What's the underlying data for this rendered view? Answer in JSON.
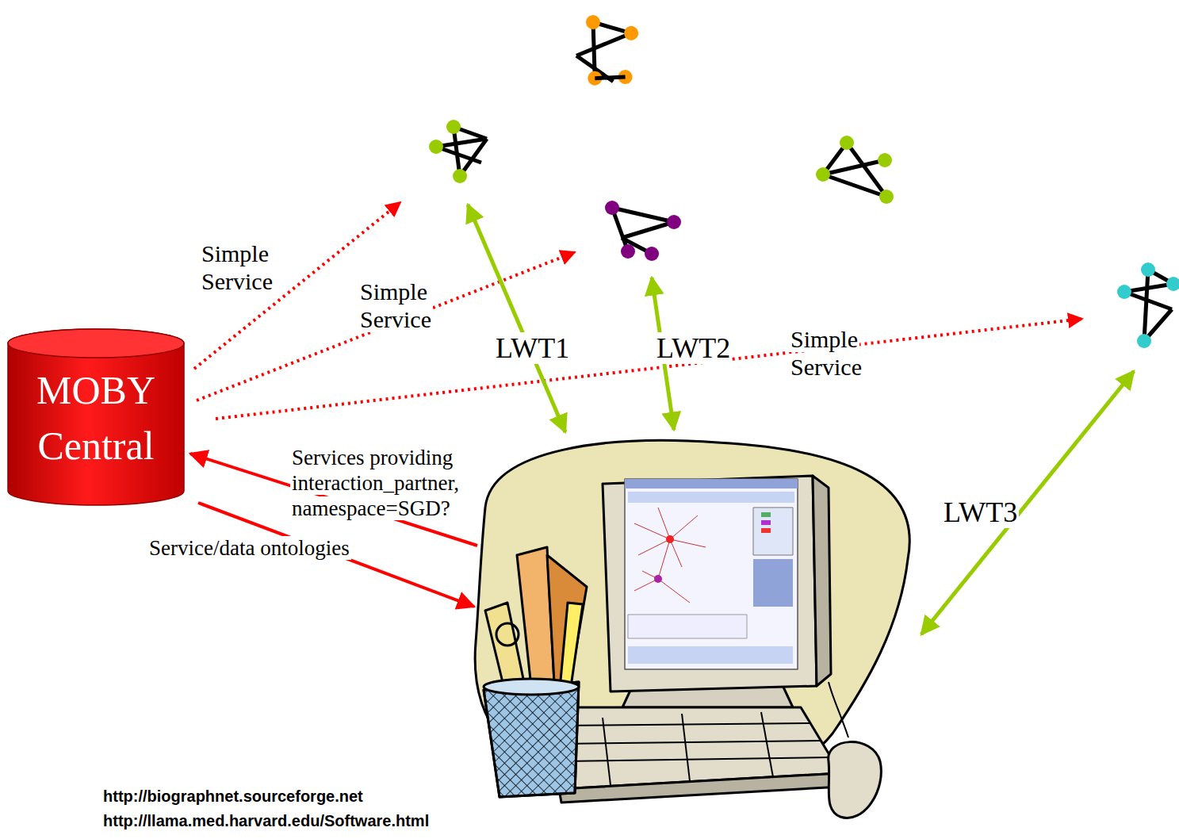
{
  "diagram": {
    "nodes": [
      {
        "text": [
          "MOBY Central"
        ]
      }
    ],
    "labels": [
      "Simple Service",
      "Simple Service",
      "Simple Service",
      "LWT1",
      "LWT2",
      "LWT3",
      "Services providing interaction_partner, namespace=SGD?",
      "Service/data ontologies",
      "http://biographnet.sourceforge.net",
      "http://llama.med.harvard.edu/Software.html"
    ]
  }
}
